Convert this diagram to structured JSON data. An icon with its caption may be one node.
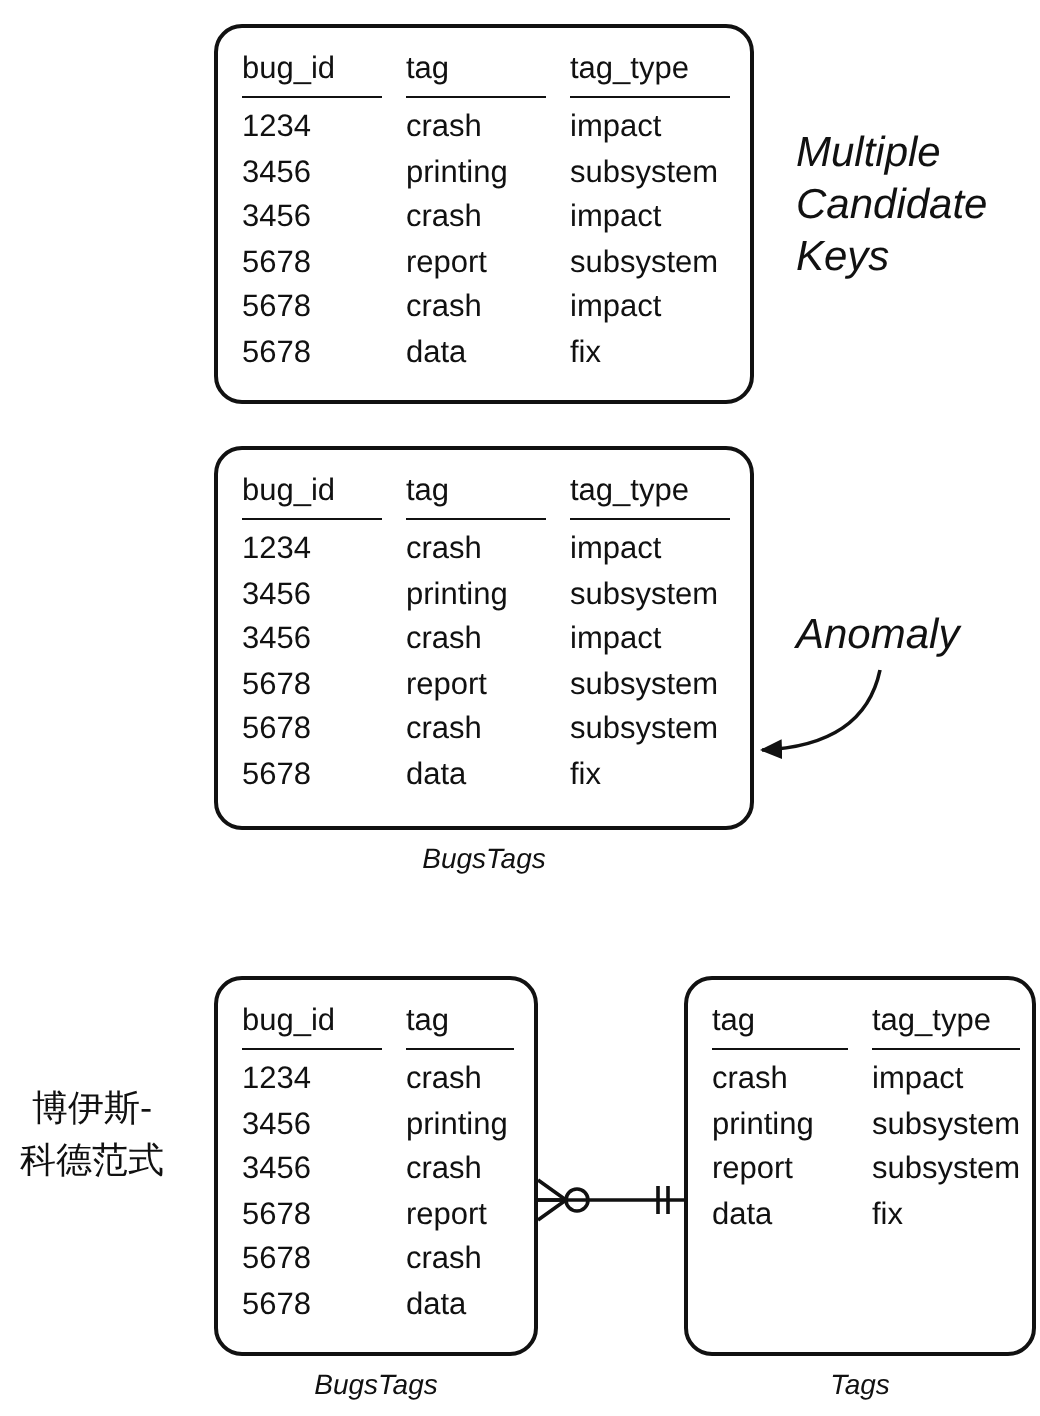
{
  "diagram": {
    "nodes": [
      {
        "text": [
          "bug_id",
          "tag",
          "tag_type",
          "1234",
          "crash",
          "impact",
          "3456",
          "printing",
          "subsystem",
          "3456",
          "crash",
          "impact",
          "5678",
          "report",
          "subsystem",
          "5678",
          "crash",
          "impact",
          "5678",
          "data",
          "fix"
        ]
      },
      {
        "text": [
          "bug_id",
          "tag",
          "tag_type",
          "1234",
          "crash",
          "impact",
          "3456",
          "printing",
          "subsystem",
          "3456",
          "crash",
          "impact",
          "5678",
          "report",
          "subsystem",
          "5678",
          "crash",
          "subsystem",
          "5678",
          "data",
          "fix"
        ],
        "beside": [
          "BugsTags"
        ]
      },
      {
        "text": [
          "Anomaly"
        ]
      },
      {
        "text": [
          "bug_id",
          "tag",
          "1234",
          "crash",
          "3456",
          "printing",
          "3456",
          "crash",
          "5678",
          "report",
          "5678",
          "crash",
          "5678",
          "data"
        ],
        "beside": [
          "BugsTags"
        ]
      },
      {
        "text": [
          "tag",
          "tag_type",
          "crash",
          "impact",
          "printing",
          "subsystem",
          "report",
          "subsystem",
          "data",
          "fix"
        ],
        "beside": [
          "Tags"
        ]
      }
    ],
    "edges": [
      {
        "from": 2,
        "to": 1,
        "arrow": "to"
      },
      {
        "from": 3,
        "to": 4,
        "arrow": "other"
      }
    ],
    "labels": [
      "Multiple Candidate Keys",
      "博伊斯-科德范式"
    ]
  }
}
